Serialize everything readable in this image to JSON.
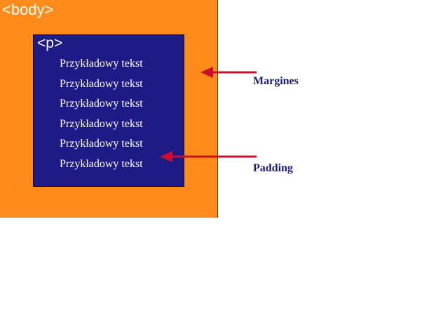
{
  "body_box": {
    "label": "<body>",
    "color": "#ff8c1a"
  },
  "p_box": {
    "label": "<p>",
    "color": "#1e1a86",
    "lines": [
      "Przykładowy tekst",
      "Przykładowy tekst",
      "Przykładowy tekst",
      "Przykładowy tekst",
      "Przykładowy tekst",
      "Przykładowy tekst"
    ]
  },
  "callouts": {
    "margin_label": "Margines",
    "padding_label": "Padding",
    "arrow_color": "#c8102e",
    "text_color": "#1a1a7a"
  }
}
